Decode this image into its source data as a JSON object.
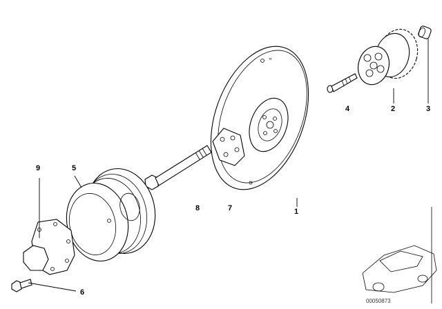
{
  "callouts": {
    "c1": "1",
    "c2": "2",
    "c3": "3",
    "c4": "4",
    "c5": "5",
    "c6": "6",
    "c7": "7",
    "c8": "8",
    "c9": "9"
  },
  "reference_number": "00050873",
  "colors": {
    "line": "#000000",
    "background": "#ffffff"
  }
}
